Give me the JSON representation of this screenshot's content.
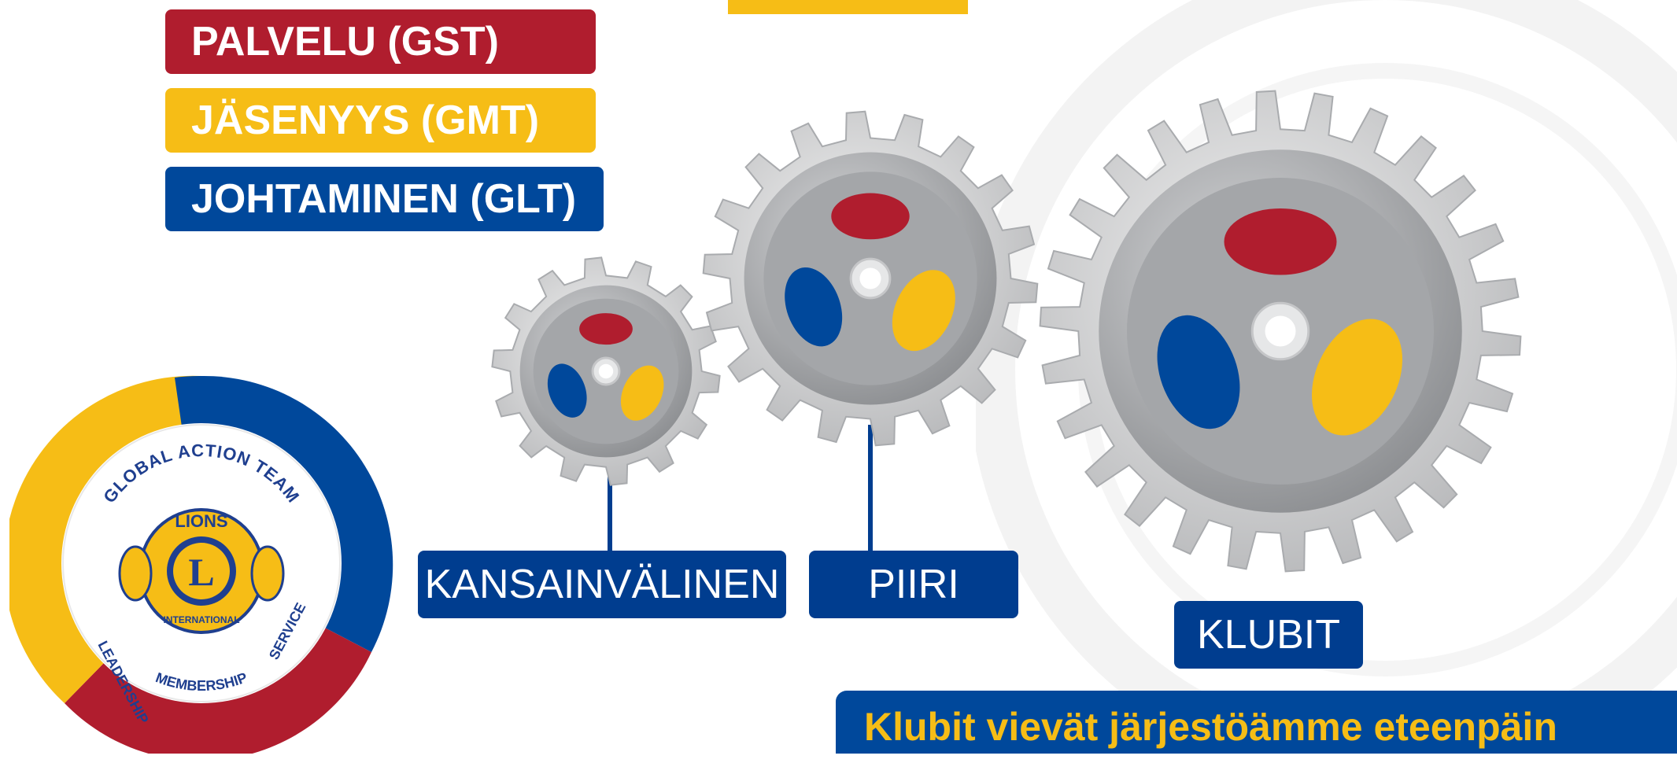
{
  "tags": {
    "service": "PALVELU (GST)",
    "membership": "JÄSENYYS (GMT)",
    "leadership": "JOHTAMINEN (GLT)"
  },
  "levels": {
    "international": "KANSAINVÄLINEN",
    "district": "PIIRI",
    "clubs": "KLUBIT"
  },
  "banner": "Klubit vievät järjestöämme eteenpäin",
  "logo": {
    "top_text": "GLOBAL ACTION TEAM",
    "emblem_text": "LIONS",
    "emblem_letter": "L",
    "emblem_sub": "INTERNATIONAL",
    "left_text": "LEADERSHIP",
    "bottom_text": "MEMBERSHIP",
    "right_text": "SERVICE"
  },
  "colors": {
    "red": "#b01d2e",
    "yellow": "#f6bd16",
    "blue": "#00489b",
    "navy": "#003d8f"
  }
}
